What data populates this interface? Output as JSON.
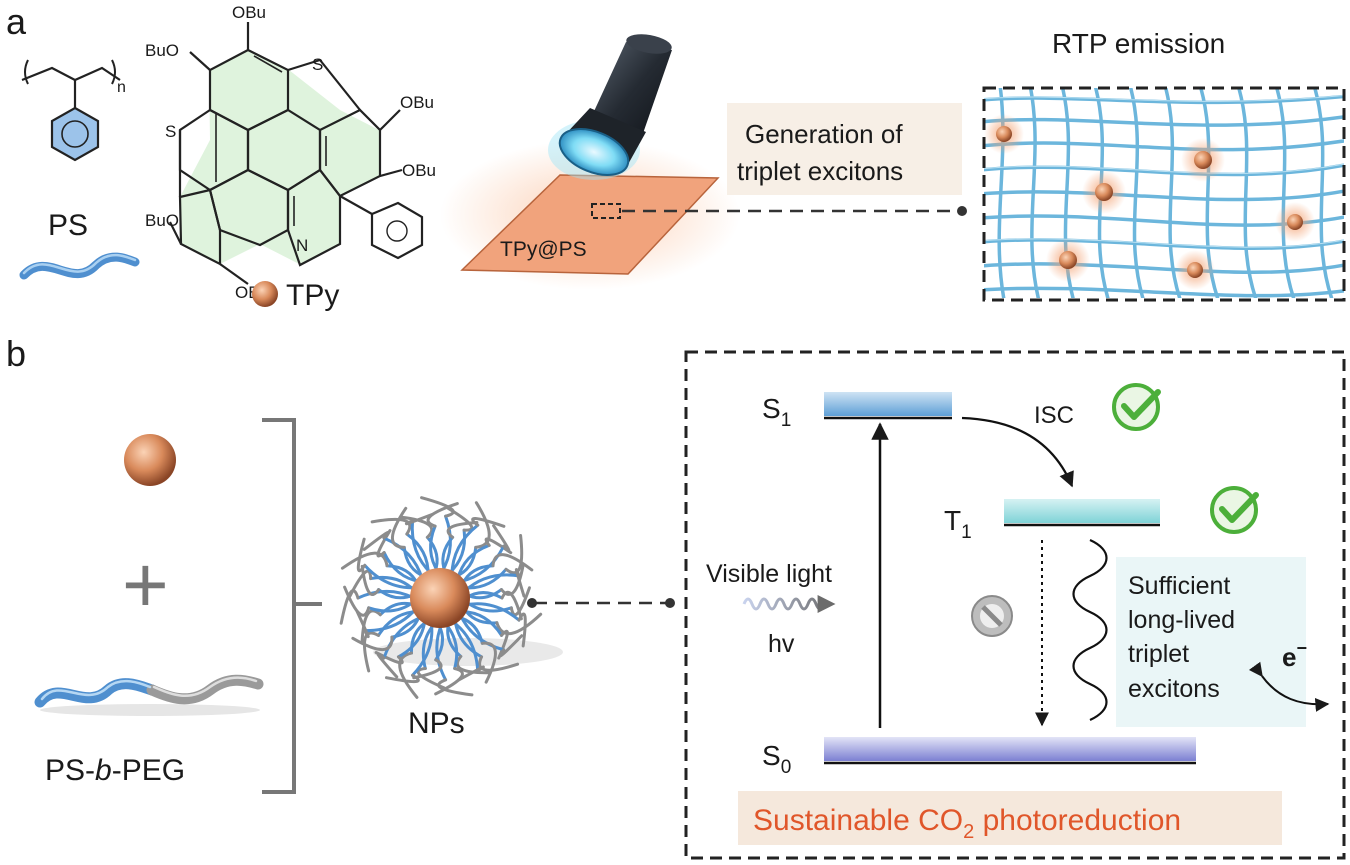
{
  "panel_a": {
    "label": "a",
    "ps": {
      "repeat_sub": "n",
      "name": "PS"
    },
    "tpy": {
      "substituents": [
        "OBu",
        "BuO",
        "OBu",
        "OBu",
        "BuO",
        "OBu"
      ],
      "heteroatoms": {
        "sulfur": "S",
        "nitrogen": "N"
      },
      "legend": "TPy"
    },
    "film_label": "TPy@PS",
    "callout": {
      "line1": "Generation of",
      "line2": "triplet excitons"
    },
    "rtp_title": "RTP emission"
  },
  "panel_b": {
    "label": "b",
    "copolymer": {
      "prefix": "PS-",
      "italic": "b",
      "suffix": "-PEG"
    },
    "plus": "+",
    "np_label": "NPs",
    "energy": {
      "s1": {
        "base": "S",
        "sub": "1"
      },
      "t1": {
        "base": "T",
        "sub": "1"
      },
      "s0": {
        "base": "S",
        "sub": "0"
      },
      "isc": "ISC",
      "light": "Visible light",
      "hv": "hv",
      "triplet_box": [
        "Sufficient",
        "long-lived",
        "triplet",
        "excitons"
      ],
      "electron": {
        "base": "e",
        "sup": "−"
      }
    },
    "footer": {
      "pre": "Sustainable CO",
      "sub": "2",
      "post": " photoreduction"
    }
  },
  "colors": {
    "orange_text": "#e0562a",
    "tpy_sphere": "#d98a5b",
    "ps_chain": "#4f8fcf",
    "peg_chain": "#9a9a9a",
    "check_green": "#4caf3a",
    "film": "#f1a37c",
    "callout_bg": "#f7efe6",
    "triplet_bg": "#eaf6f7",
    "level_s1": "#7bb3dd",
    "level_t1": "#8ed9dc",
    "level_s0": "#8a8fd6"
  }
}
